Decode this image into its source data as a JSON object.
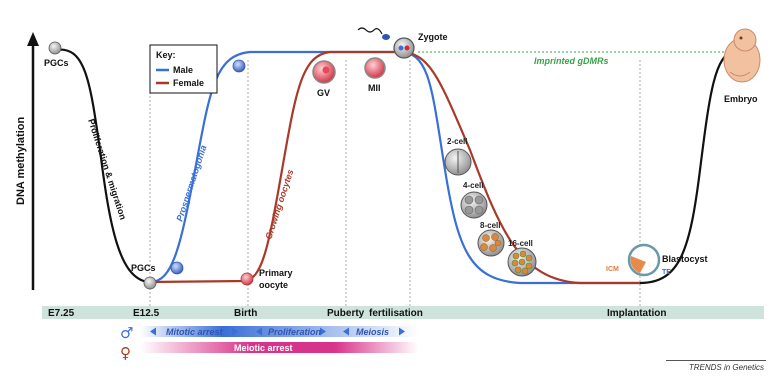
{
  "axis": {
    "y_label": "DNA methylation"
  },
  "key": {
    "title": "Key:",
    "male": "Male",
    "female": "Female"
  },
  "colors": {
    "male": "#3a6fd6",
    "female": "#a83a2a",
    "combined": "#1a1a1a",
    "imprinted": "#3aa34a",
    "timeline_band": "#cfe3dd"
  },
  "labels": {
    "pgcs_top": "PGCs",
    "pgcs_bottom": "PGCs",
    "proliferation": "Proliferation & migration",
    "prospermatogonia": "Prospermatogonia",
    "growing_oocytes": "Growing oocytes",
    "gv": "GV",
    "mii": "MII",
    "zygote": "Zygote",
    "primary_oocyte_1": "Primary",
    "primary_oocyte_2": "oocyte",
    "imprinted": "Imprinted gDMRs",
    "embryo": "Embryo",
    "cell2": "2-cell",
    "cell4": "4-cell",
    "cell8": "8-cell",
    "cell16": "16-cell",
    "blastocyst": "Blastocyst",
    "icm": "ICM",
    "te": "TE"
  },
  "timeline": [
    "E7.25",
    "E12.5",
    "Birth",
    "Puberty",
    "fertilisation",
    "Implantation"
  ],
  "male_bar": {
    "symbol": "♂",
    "segments": [
      "Mitotic arrest",
      "Proliferation",
      "Meiosis"
    ]
  },
  "female_bar": {
    "symbol": "♀",
    "text": "Meiotic arrest"
  },
  "footer": "TRENDS in Genetics"
}
